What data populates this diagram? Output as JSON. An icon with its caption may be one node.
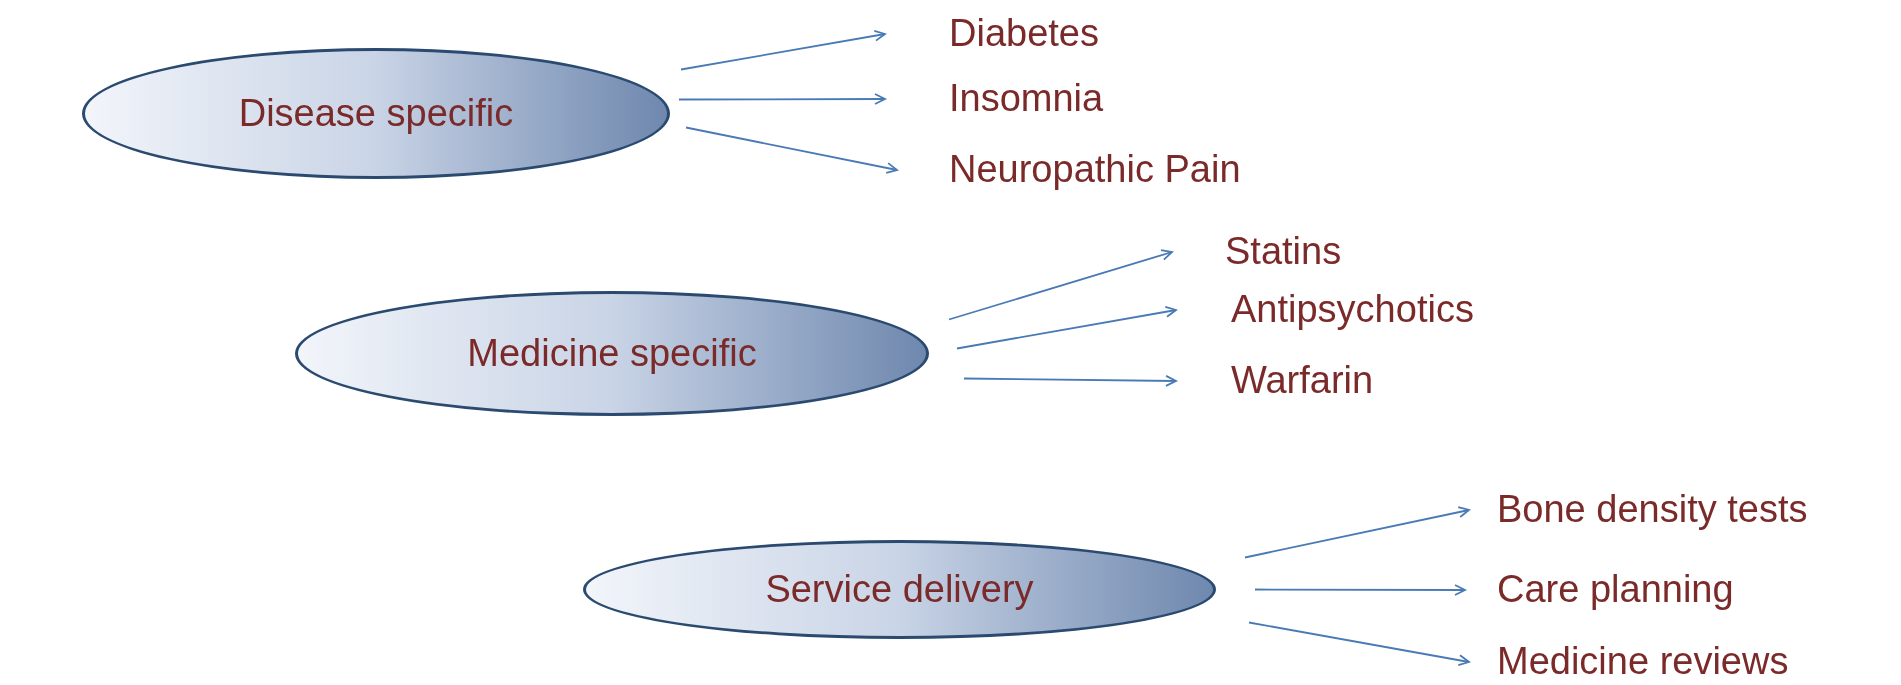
{
  "diagram": {
    "nodes": [
      {
        "text": [
          "Disease specific"
        ]
      },
      {
        "text": [
          "Diabetes"
        ]
      },
      {
        "text": [
          "Insomnia"
        ]
      },
      {
        "text": [
          "Neuropathic Pain"
        ]
      },
      {
        "text": [
          "Medicine specific"
        ]
      },
      {
        "text": [
          "Statins"
        ]
      },
      {
        "text": [
          "Antipsychotics"
        ]
      },
      {
        "text": [
          "Warfarin"
        ]
      },
      {
        "text": [
          "Service delivery"
        ]
      },
      {
        "text": [
          "Bone density tests"
        ]
      },
      {
        "text": [
          "Care planning"
        ]
      },
      {
        "text": [
          "Medicine reviews"
        ]
      }
    ],
    "edges": [
      {
        "from": 0,
        "to": 1,
        "arrow": "to"
      },
      {
        "from": 0,
        "to": 2,
        "arrow": "to"
      },
      {
        "from": 0,
        "to": 3,
        "arrow": "to"
      },
      {
        "from": 4,
        "to": 5,
        "arrow": "to"
      },
      {
        "from": 4,
        "to": 6,
        "arrow": "to"
      },
      {
        "from": 4,
        "to": 7,
        "arrow": "to"
      },
      {
        "from": 8,
        "to": 9,
        "arrow": "to"
      },
      {
        "from": 8,
        "to": 10,
        "arrow": "to"
      },
      {
        "from": 8,
        "to": 11,
        "arrow": "to"
      }
    ]
  }
}
